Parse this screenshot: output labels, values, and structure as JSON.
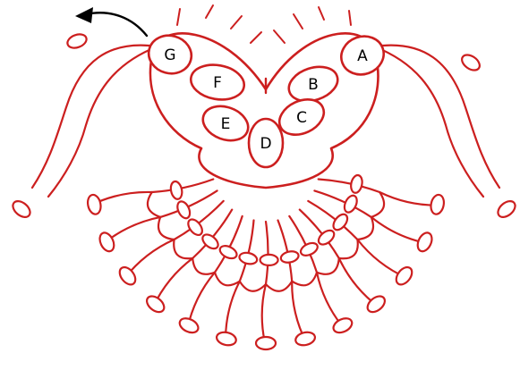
{
  "colors": {
    "thread": "#cc1f1f",
    "arrow": "#000000",
    "ring_fill": "#ffffff",
    "label": "#000000"
  },
  "icons": {
    "direction_arrow": "curved-arrow-left-icon"
  },
  "rings": [
    {
      "id": "A",
      "label": "A"
    },
    {
      "id": "B",
      "label": "B"
    },
    {
      "id": "C",
      "label": "C"
    },
    {
      "id": "D",
      "label": "D"
    },
    {
      "id": "E",
      "label": "E"
    },
    {
      "id": "F",
      "label": "F"
    },
    {
      "id": "G",
      "label": "G"
    }
  ]
}
